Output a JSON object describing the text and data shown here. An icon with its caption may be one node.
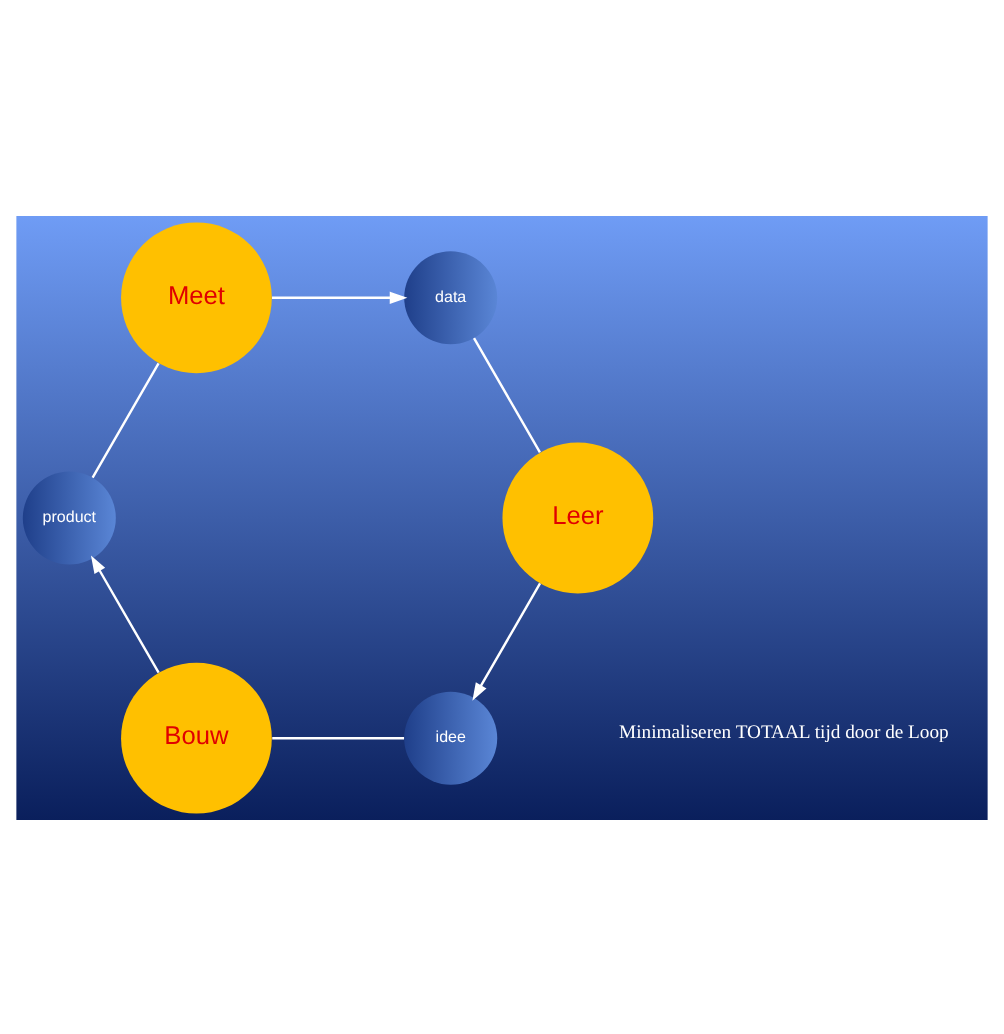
{
  "diagram": {
    "nodes": [
      {
        "text": [
          "idee"
        ]
      },
      {
        "text": [
          "Bouw"
        ]
      },
      {
        "text": [
          "product"
        ]
      },
      {
        "text": [
          "Meet"
        ]
      },
      {
        "text": [
          "data"
        ]
      },
      {
        "text": [
          "Leer"
        ]
      }
    ],
    "edges": [
      {
        "from": 0,
        "to": 1,
        "arrow": "none"
      },
      {
        "from": 1,
        "to": 2,
        "arrow": "to"
      },
      {
        "from": 2,
        "to": 3,
        "arrow": "none"
      },
      {
        "from": 3,
        "to": 4,
        "arrow": "to"
      },
      {
        "from": 4,
        "to": 5,
        "arrow": "none"
      },
      {
        "from": 5,
        "to": 0,
        "arrow": "to"
      }
    ],
    "labels": [
      "Minimaliseren TOTAAL tijd door de Loop"
    ]
  }
}
